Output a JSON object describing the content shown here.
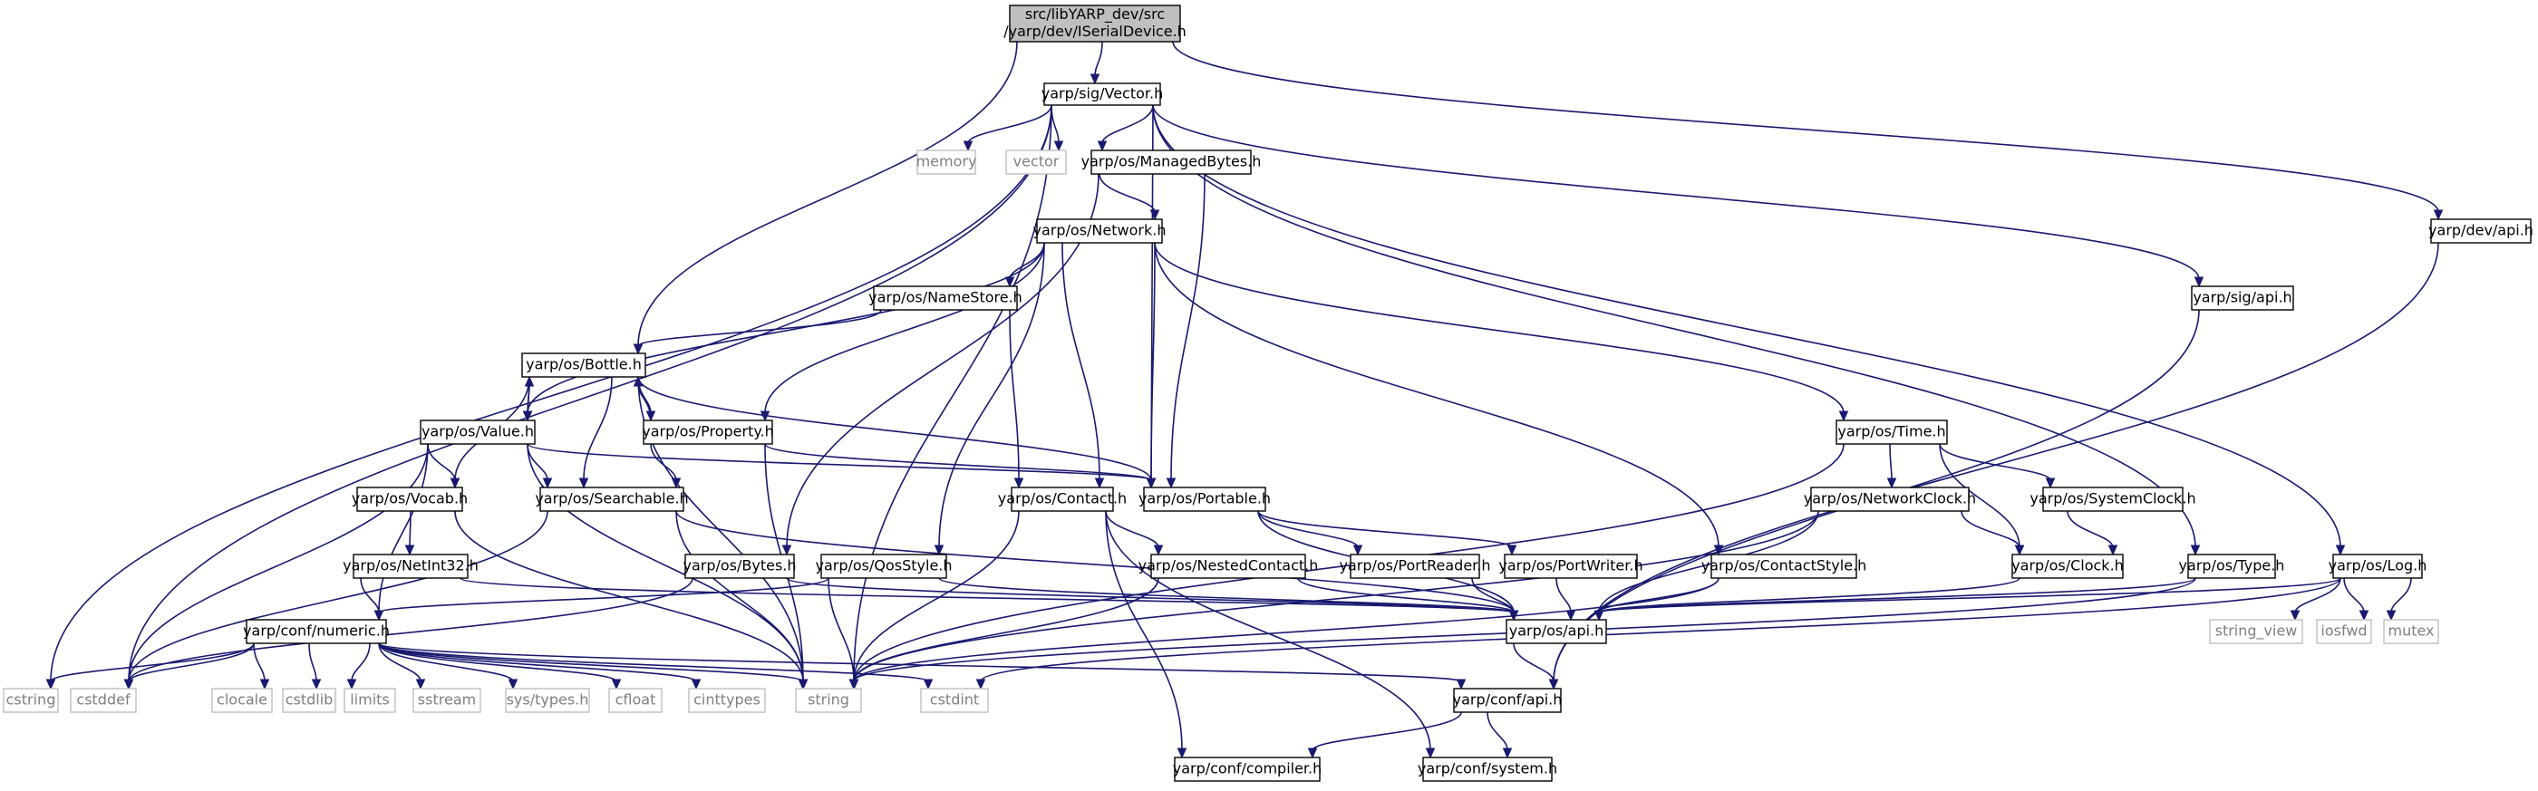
{
  "graph": {
    "colors": {
      "edge": "#191970",
      "root_fill": "#bfbfbf",
      "node_border": "#000000",
      "system_border": "#bfbfbf",
      "system_text": "#7f7f7f"
    },
    "nodes": [
      {
        "id": "root",
        "label": "src/libYARP_dev/src\n/yarp/dev/ISerialDevice.h",
        "kind": "root"
      },
      {
        "id": "vector",
        "label": "yarp/sig/Vector.h"
      },
      {
        "id": "devapi",
        "label": "yarp/dev/api.h"
      },
      {
        "id": "memory",
        "label": "memory",
        "kind": "system"
      },
      {
        "id": "stdvector",
        "label": "vector",
        "kind": "system"
      },
      {
        "id": "managed",
        "label": "yarp/os/ManagedBytes.h"
      },
      {
        "id": "network",
        "label": "yarp/os/Network.h"
      },
      {
        "id": "sigapi",
        "label": "yarp/sig/api.h"
      },
      {
        "id": "namestore",
        "label": "yarp/os/NameStore.h"
      },
      {
        "id": "bottle",
        "label": "yarp/os/Bottle.h"
      },
      {
        "id": "value",
        "label": "yarp/os/Value.h"
      },
      {
        "id": "property",
        "label": "yarp/os/Property.h"
      },
      {
        "id": "time",
        "label": "yarp/os/Time.h"
      },
      {
        "id": "vocab",
        "label": "yarp/os/Vocab.h"
      },
      {
        "id": "searchable",
        "label": "yarp/os/Searchable.h"
      },
      {
        "id": "portable",
        "label": "yarp/os/Portable.h"
      },
      {
        "id": "contact",
        "label": "yarp/os/Contact.h"
      },
      {
        "id": "netclock",
        "label": "yarp/os/NetworkClock.h"
      },
      {
        "id": "sysclock",
        "label": "yarp/os/SystemClock.h"
      },
      {
        "id": "netint",
        "label": "yarp/os/NetInt32.h"
      },
      {
        "id": "bytes",
        "label": "yarp/os/Bytes.h"
      },
      {
        "id": "qos",
        "label": "yarp/os/QosStyle.h"
      },
      {
        "id": "nested",
        "label": "yarp/os/NestedContact.h"
      },
      {
        "id": "reader",
        "label": "yarp/os/PortReader.h"
      },
      {
        "id": "writer",
        "label": "yarp/os/PortWriter.h"
      },
      {
        "id": "contactstyle",
        "label": "yarp/os/ContactStyle.h"
      },
      {
        "id": "clock",
        "label": "yarp/os/Clock.h"
      },
      {
        "id": "type",
        "label": "yarp/os/Type.h"
      },
      {
        "id": "log",
        "label": "yarp/os/Log.h"
      },
      {
        "id": "numeric",
        "label": "yarp/conf/numeric.h"
      },
      {
        "id": "osapi",
        "label": "yarp/os/api.h"
      },
      {
        "id": "string_view",
        "label": "string_view",
        "kind": "system"
      },
      {
        "id": "iosfwd",
        "label": "iosfwd",
        "kind": "system"
      },
      {
        "id": "mutex",
        "label": "mutex",
        "kind": "system"
      },
      {
        "id": "cstring",
        "label": "cstring",
        "kind": "system"
      },
      {
        "id": "cstddef",
        "label": "cstddef",
        "kind": "system"
      },
      {
        "id": "clocale",
        "label": "clocale",
        "kind": "system"
      },
      {
        "id": "cstdlib",
        "label": "cstdlib",
        "kind": "system"
      },
      {
        "id": "limits",
        "label": "limits",
        "kind": "system"
      },
      {
        "id": "sstream",
        "label": "sstream",
        "kind": "system"
      },
      {
        "id": "systypes",
        "label": "sys/types.h",
        "kind": "system"
      },
      {
        "id": "cfloat",
        "label": "cfloat",
        "kind": "system"
      },
      {
        "id": "cinttypes",
        "label": "cinttypes",
        "kind": "system"
      },
      {
        "id": "string",
        "label": "string",
        "kind": "system"
      },
      {
        "id": "cstdint",
        "label": "cstdint",
        "kind": "system"
      },
      {
        "id": "confapi",
        "label": "yarp/conf/api.h"
      },
      {
        "id": "compiler",
        "label": "yarp/conf/compiler.h"
      },
      {
        "id": "system",
        "label": "yarp/conf/system.h"
      }
    ],
    "edges": [
      [
        "root",
        "vector"
      ],
      [
        "root",
        "devapi"
      ],
      [
        "root",
        "bottle"
      ],
      [
        "vector",
        "memory"
      ],
      [
        "vector",
        "stdvector"
      ],
      [
        "vector",
        "managed"
      ],
      [
        "vector",
        "sigapi"
      ],
      [
        "vector",
        "portable"
      ],
      [
        "vector",
        "type"
      ],
      [
        "vector",
        "log"
      ],
      [
        "vector",
        "cstring"
      ],
      [
        "vector",
        "cstddef"
      ],
      [
        "vector",
        "string"
      ],
      [
        "devapi",
        "confapi"
      ],
      [
        "managed",
        "network"
      ],
      [
        "managed",
        "portable"
      ],
      [
        "managed",
        "bytes"
      ],
      [
        "network",
        "namestore"
      ],
      [
        "network",
        "value"
      ],
      [
        "network",
        "property"
      ],
      [
        "network",
        "time"
      ],
      [
        "network",
        "portable"
      ],
      [
        "network",
        "contact"
      ],
      [
        "network",
        "qos"
      ],
      [
        "network",
        "contactstyle"
      ],
      [
        "namestore",
        "bottle"
      ],
      [
        "namestore",
        "contact"
      ],
      [
        "bottle",
        "value"
      ],
      [
        "bottle",
        "property"
      ],
      [
        "bottle",
        "vocab"
      ],
      [
        "bottle",
        "searchable"
      ],
      [
        "bottle",
        "portable"
      ],
      [
        "bottle",
        "string"
      ],
      [
        "value",
        "bottle"
      ],
      [
        "value",
        "vocab"
      ],
      [
        "value",
        "searchable"
      ],
      [
        "value",
        "portable"
      ],
      [
        "value",
        "numeric"
      ],
      [
        "value",
        "cstddef"
      ],
      [
        "value",
        "string"
      ],
      [
        "property",
        "bottle"
      ],
      [
        "property",
        "searchable"
      ],
      [
        "property",
        "portable"
      ],
      [
        "property",
        "string"
      ],
      [
        "time",
        "netclock"
      ],
      [
        "time",
        "sysclock"
      ],
      [
        "time",
        "clock"
      ],
      [
        "time",
        "string"
      ],
      [
        "vocab",
        "netint"
      ],
      [
        "vocab",
        "string"
      ],
      [
        "searchable",
        "osapi"
      ],
      [
        "searchable",
        "cstddef"
      ],
      [
        "searchable",
        "string"
      ],
      [
        "portable",
        "reader"
      ],
      [
        "portable",
        "writer"
      ],
      [
        "portable",
        "osapi"
      ],
      [
        "contact",
        "nested"
      ],
      [
        "contact",
        "string"
      ],
      [
        "contact",
        "compiler"
      ],
      [
        "contact",
        "system"
      ],
      [
        "netclock",
        "clock"
      ],
      [
        "netclock",
        "osapi"
      ],
      [
        "netclock",
        "string"
      ],
      [
        "sysclock",
        "clock"
      ],
      [
        "netint",
        "numeric"
      ],
      [
        "netint",
        "osapi"
      ],
      [
        "bytes",
        "osapi"
      ],
      [
        "bytes",
        "cstddef"
      ],
      [
        "qos",
        "numeric"
      ],
      [
        "qos",
        "osapi"
      ],
      [
        "qos",
        "string"
      ],
      [
        "nested",
        "osapi"
      ],
      [
        "nested",
        "string"
      ],
      [
        "reader",
        "osapi"
      ],
      [
        "writer",
        "osapi"
      ],
      [
        "contactstyle",
        "osapi"
      ],
      [
        "contactstyle",
        "string"
      ],
      [
        "clock",
        "osapi"
      ],
      [
        "type",
        "osapi"
      ],
      [
        "type",
        "string"
      ],
      [
        "log",
        "osapi"
      ],
      [
        "log",
        "string_view"
      ],
      [
        "log",
        "iosfwd"
      ],
      [
        "log",
        "mutex"
      ],
      [
        "log",
        "cstdint"
      ],
      [
        "sigapi",
        "confapi"
      ],
      [
        "numeric",
        "confapi"
      ],
      [
        "numeric",
        "cstring"
      ],
      [
        "numeric",
        "cstddef"
      ],
      [
        "numeric",
        "clocale"
      ],
      [
        "numeric",
        "cstdlib"
      ],
      [
        "numeric",
        "limits"
      ],
      [
        "numeric",
        "sstream"
      ],
      [
        "numeric",
        "systypes"
      ],
      [
        "numeric",
        "cfloat"
      ],
      [
        "numeric",
        "cinttypes"
      ],
      [
        "numeric",
        "string"
      ],
      [
        "numeric",
        "cstdint"
      ],
      [
        "osapi",
        "confapi"
      ],
      [
        "confapi",
        "compiler"
      ],
      [
        "confapi",
        "system"
      ]
    ]
  }
}
